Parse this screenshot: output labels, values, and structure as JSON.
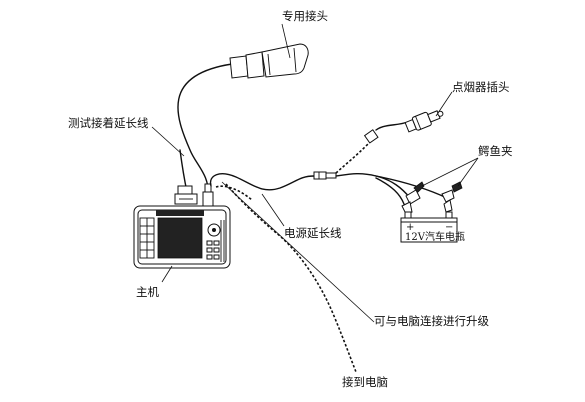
{
  "labels": {
    "special_connector": "专用接头",
    "test_extension_cable": "测试接着延长线",
    "cigarette_lighter_plug": "点烟器插头",
    "alligator_clips": "鳄鱼夹",
    "power_extension_cable": "电源延长线",
    "main_unit": "主机",
    "upgrade_via_pc": "可与电脑连接进行升级",
    "connect_to_pc": "接到电脑"
  },
  "battery": {
    "label": "12V汽车电瓶",
    "plus": "+",
    "minus": "−"
  }
}
